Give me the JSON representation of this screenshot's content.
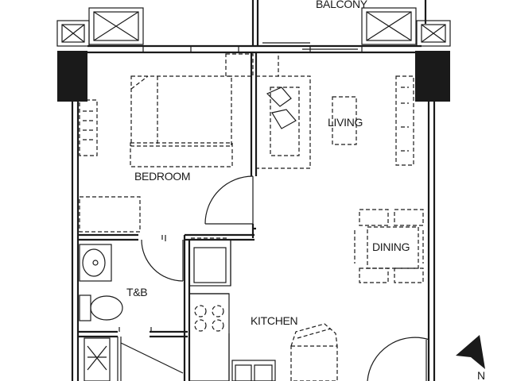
{
  "floor_plan": {
    "rooms": {
      "balcony": "BALCONY",
      "bedroom": "BEDROOM",
      "living": "LIVING",
      "dining": "DINING",
      "bath": "T&B",
      "kitchen": "KITCHEN"
    },
    "north_arrow": "N",
    "colors": {
      "line": "#1a1a1a",
      "background": "#ffffff"
    }
  }
}
